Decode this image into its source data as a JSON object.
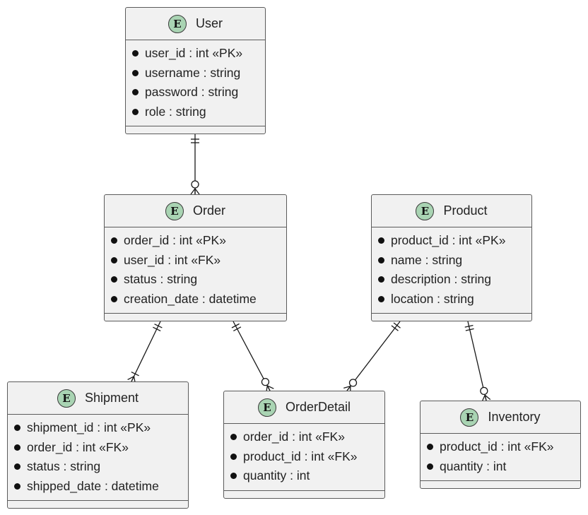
{
  "entities": {
    "user": {
      "badge": "E",
      "title": "User",
      "attrs": [
        "user_id : int «PK»",
        "username : string",
        "password : string",
        "role : string"
      ]
    },
    "order": {
      "badge": "E",
      "title": "Order",
      "attrs": [
        "order_id : int «PK»",
        "user_id : int «FK»",
        "status : string",
        "creation_date : datetime"
      ]
    },
    "product": {
      "badge": "E",
      "title": "Product",
      "attrs": [
        "product_id : int «PK»",
        "name : string",
        "description : string",
        "location : string"
      ]
    },
    "shipment": {
      "badge": "E",
      "title": "Shipment",
      "attrs": [
        "shipment_id : int «PK»",
        "order_id : int «FK»",
        "status : string",
        "shipped_date : datetime"
      ]
    },
    "orderdetail": {
      "badge": "E",
      "title": "OrderDetail",
      "attrs": [
        "order_id : int «FK»",
        "product_id : int «FK»",
        "quantity : int"
      ]
    },
    "inventory": {
      "badge": "E",
      "title": "Inventory",
      "attrs": [
        "product_id : int «FK»",
        "quantity : int"
      ]
    }
  },
  "relationships": [
    {
      "from": "user",
      "to": "order",
      "from_card": "exactly-one",
      "to_card": "zero-or-many"
    },
    {
      "from": "order",
      "to": "shipment",
      "from_card": "exactly-one",
      "to_card": "one-or-many"
    },
    {
      "from": "order",
      "to": "orderdetail",
      "from_card": "exactly-one",
      "to_card": "zero-or-many"
    },
    {
      "from": "product",
      "to": "orderdetail",
      "from_card": "exactly-one",
      "to_card": "zero-or-many"
    },
    {
      "from": "product",
      "to": "inventory",
      "from_card": "exactly-one",
      "to_card": "zero-or-many"
    }
  ],
  "colors": {
    "entity_fill": "#f1f1f1",
    "border": "#5b5b5b",
    "badge_fill": "#a9d4b3",
    "line": "#181818"
  }
}
